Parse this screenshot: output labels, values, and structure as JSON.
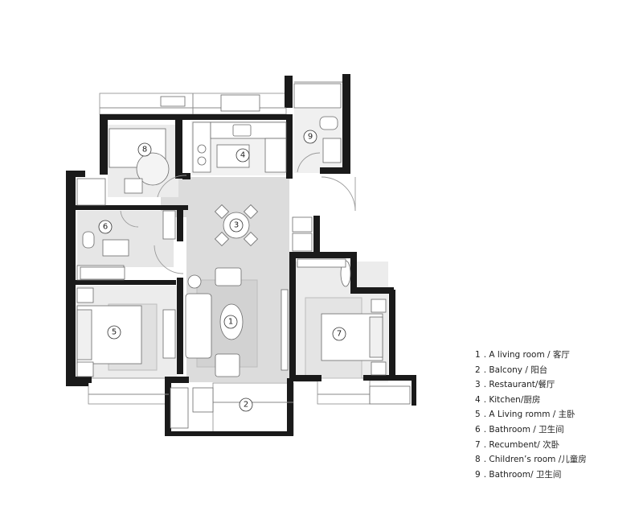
{
  "rooms": [
    {
      "number": "1",
      "name": "A living room / 客厅"
    },
    {
      "number": "2",
      "name": "Balcony / 阳台"
    },
    {
      "number": "3",
      "name": "Restaurant/餐厅"
    },
    {
      "number": "4",
      "name": "Kitchen/厨房"
    },
    {
      "number": "5",
      "name": "A Living romm / 主卧"
    },
    {
      "number": "6",
      "name": "Bathroom / 卫生间"
    },
    {
      "number": "7",
      "name": "Recumbent/ 次卧"
    },
    {
      "number": "8",
      "name": "Children’s room /儿童房"
    },
    {
      "number": "9",
      "name": "Bathroom/ 卫生间"
    }
  ],
  "colors": {
    "wall": "#1a1a1a",
    "public_floor": "#dcdcdc",
    "room_floor": "#ececec",
    "line": "#8a8a8a",
    "background": "#ffffff"
  }
}
